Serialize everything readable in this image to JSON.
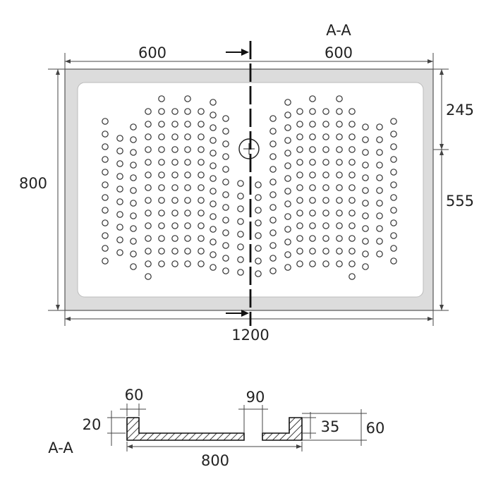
{
  "plan": {
    "section_label": "A-A",
    "dim_left_half": "600",
    "dim_right_half": "600",
    "dim_total_width": "1200",
    "dim_depth": "800",
    "dim_upper_right": "245",
    "dim_lower_right": "555"
  },
  "section": {
    "label": "A-A",
    "dim_rim_width": "60",
    "dim_drain_width": "90",
    "dim_rim_height": "20",
    "dim_step_height": "35",
    "dim_total_height": "60",
    "dim_length": "800"
  }
}
